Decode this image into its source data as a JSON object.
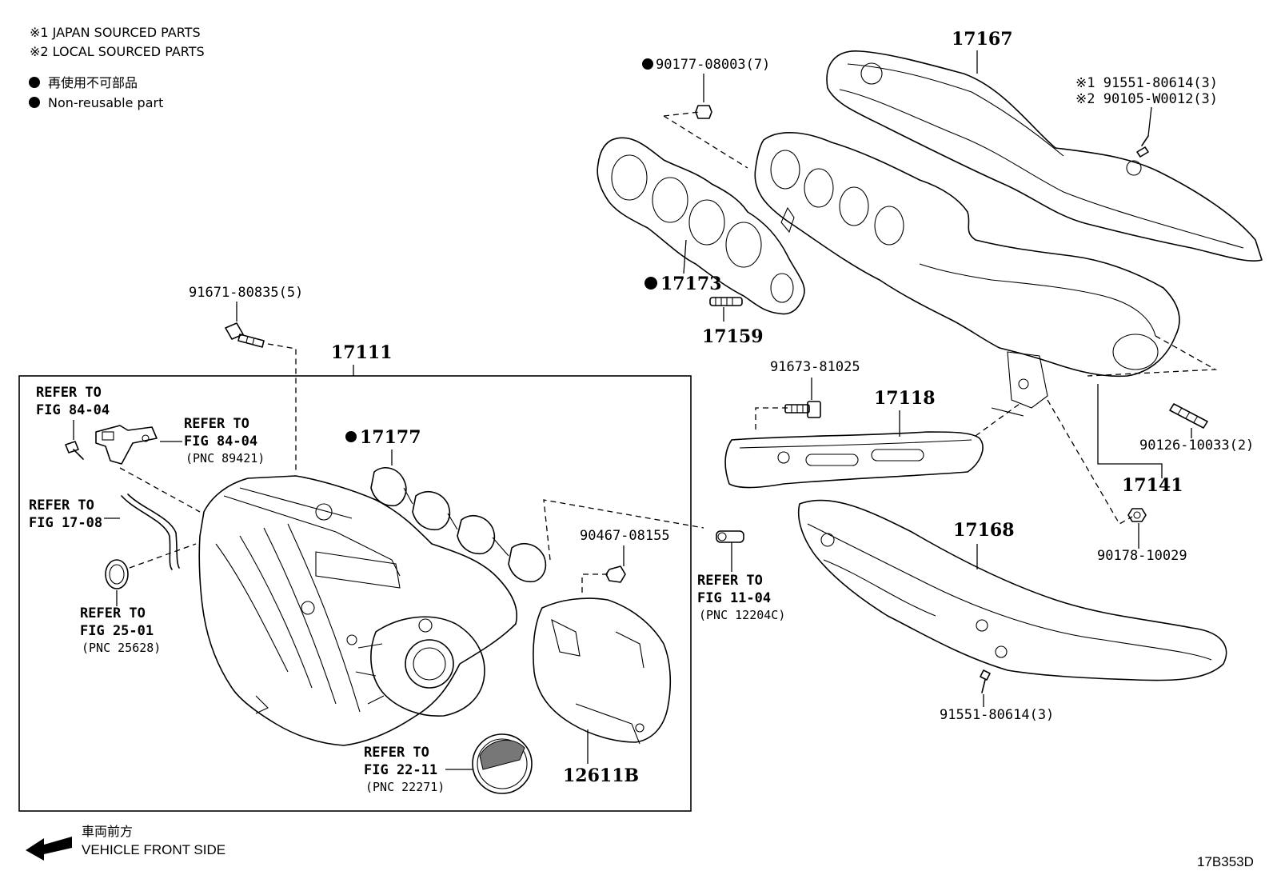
{
  "notes": {
    "japan_sourced": "※1 JAPAN SOURCED PARTS",
    "local_sourced": "※2 LOCAL SOURCED PARTS",
    "non_reusable_jp": "再使用不可部品",
    "non_reusable_en": "Non-reusable part"
  },
  "parts": {
    "p17167": "17167",
    "p90177": "90177-08003(7)",
    "p91551_jp": "※1 91551-80614(3)",
    "p90105": "※2 90105-W0012(3)",
    "p17173": "17173",
    "p17159": "17159",
    "p91671": "91671-80835(5)",
    "p17111": "17111",
    "p91673": "91673-81025",
    "p17118": "17118",
    "p90126": "90126-10033(2)",
    "p17141": "17141",
    "p17177": "17177",
    "p90178": "90178-10029",
    "p17168": "17168",
    "p90467": "90467-08155",
    "p91551": "91551-80614(3)",
    "p12611b": "12611B"
  },
  "refs": {
    "r8404a_l1": "REFER TO",
    "r8404a_l2": "FIG 84-04",
    "r8404b_l1": "REFER TO",
    "r8404b_l2": "FIG 84-04",
    "r8404b_pnc": "(PNC 89421)",
    "r1708_l1": "REFER TO",
    "r1708_l2": "FIG 17-08",
    "r2501_l1": "REFER TO",
    "r2501_l2": "FIG 25-01",
    "r2501_pnc": "(PNC 25628)",
    "r1104_l1": "REFER TO",
    "r1104_l2": "FIG 11-04",
    "r1104_pnc": "(PNC 12204C)",
    "r2211_l1": "REFER TO",
    "r2211_l2": "FIG 22-11",
    "r2211_pnc": "(PNC 22271)"
  },
  "footer": {
    "direction_jp": "車両前方",
    "direction_en": "VEHICLE FRONT SIDE",
    "figure_code": "17B353D"
  },
  "icons": {
    "non_reusable_marker": "filled-circle-icon",
    "front_arrow": "arrow-left-icon"
  }
}
